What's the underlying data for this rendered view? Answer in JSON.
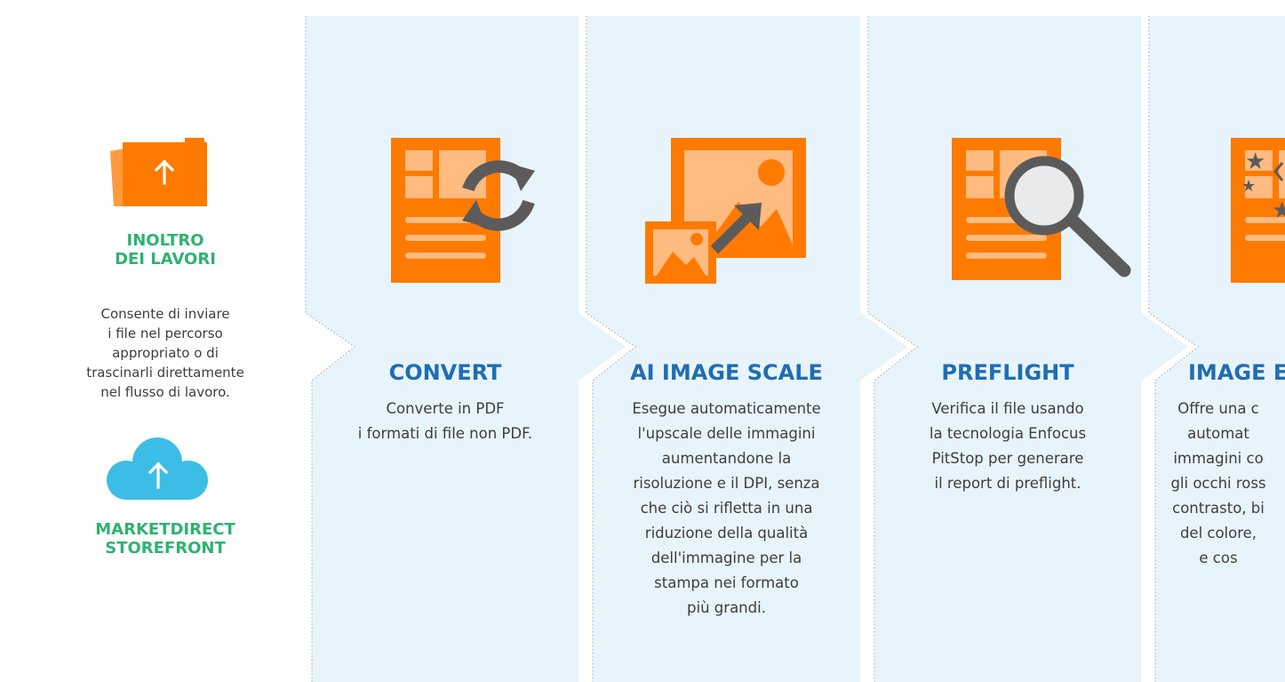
{
  "sources": [
    {
      "icon": "folder-upload-icon",
      "title_line1": "INOLTRO",
      "title_line2": "DEI LAVORI",
      "description_lines": [
        "Consente di inviare",
        "i file nel percorso",
        "appropriato o di",
        "trascinarli direttamente",
        "nel flusso di lavoro."
      ]
    },
    {
      "icon": "cloud-upload-icon",
      "title_line1": "MARKETDIRECT",
      "title_line2": "STOREFRONT"
    }
  ],
  "stages": [
    {
      "icon": "document-convert-icon",
      "title": "CONVERT",
      "description_lines": [
        "Converte in PDF",
        "i formati di file non PDF."
      ]
    },
    {
      "icon": "image-scale-icon",
      "title": "AI IMAGE SCALE",
      "description_lines": [
        "Esegue automaticamente",
        "l'upscale delle immagini",
        "aumentandone la",
        "risoluzione e il DPI, senza",
        "che ciò si rifletta in una",
        "riduzione della qualità",
        "dell'immagine per la",
        "stampa nei formato",
        "più grandi."
      ]
    },
    {
      "icon": "document-magnifier-icon",
      "title": "PREFLIGHT",
      "description_lines": [
        "Verifica il file usando",
        "la tecnologia Enfocus",
        "PitStop per generare",
        "il report di preflight."
      ]
    },
    {
      "icon": "document-enhance-icon",
      "title": "IMAGE E",
      "description_lines": [
        "Offre una c",
        "automat",
        "immagini co",
        "gli occhi ross",
        "contrasto, bi",
        "del colore,",
        "e cos"
      ]
    }
  ],
  "colors": {
    "orange": "#ff7a00",
    "light_orange": "#ffbb80",
    "green_title": "#2db370",
    "blue_title": "#1f6db3",
    "panel_bg": "#e8f4fb",
    "cloud": "#3cbde6",
    "gray_icon": "#5b5b5b"
  }
}
